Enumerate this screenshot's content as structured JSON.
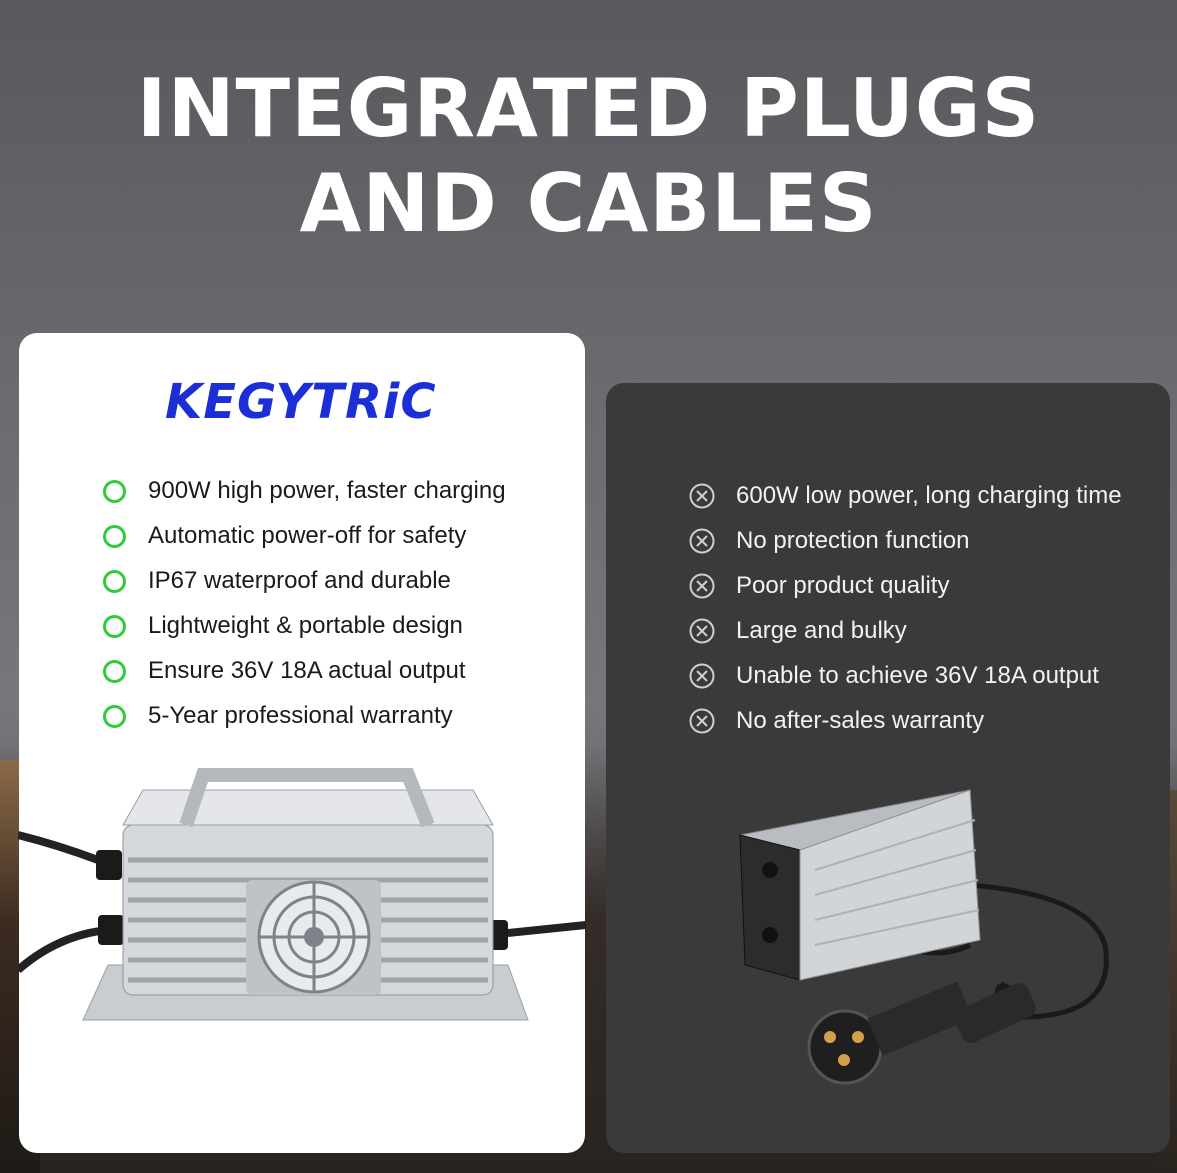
{
  "headline": {
    "line1": "INTEGRATED PLUGS",
    "line2": "AND CABLES"
  },
  "brand": {
    "logo_text": "KEGYTRiC",
    "logo_color": "#1c2fd6"
  },
  "left_panel": {
    "features": [
      "900W high power, faster charging",
      "Automatic power-off for safety",
      "IP67 waterproof and durable",
      "Lightweight & portable design",
      "Ensure 36V 18A actual output",
      "5-Year professional warranty"
    ],
    "bullet_icon": "green-ring-icon",
    "accent": "#2ecc3a"
  },
  "right_panel": {
    "features": [
      "600W low power, long charging time",
      "No protection function",
      "Poor product quality",
      "Large and bulky",
      "Unable to achieve 36V 18A output",
      "No after-sales warranty"
    ],
    "bullet_icon": "circle-x-icon"
  }
}
